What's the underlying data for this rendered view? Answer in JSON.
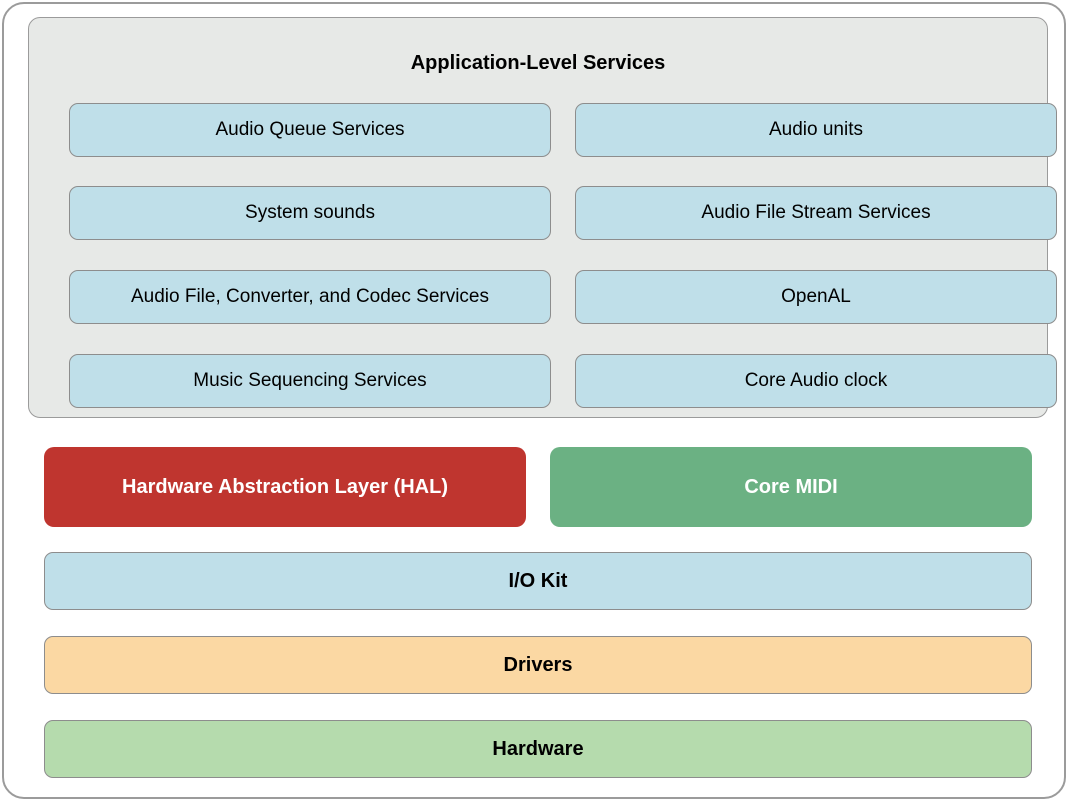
{
  "app_services": {
    "title": "Application-Level Services",
    "items": [
      "Audio Queue Services",
      "Audio units",
      "System sounds",
      "Audio File Stream Services",
      "Audio File, Converter, and Codec Services",
      "OpenAL",
      "Music Sequencing Services",
      "Core Audio clock"
    ],
    "item_bg": "#bfdfe9",
    "panel_bg": "#e7e9e7"
  },
  "mid_layer": {
    "hal": {
      "label": "Hardware Abstraction Layer (HAL)",
      "color": "#bf352f"
    },
    "core_midi": {
      "label": "Core MIDI",
      "color": "#6bb183"
    }
  },
  "layers": [
    {
      "label": "I/O Kit",
      "color": "#bfdfe9"
    },
    {
      "label": "Drivers",
      "color": "#fbd8a3"
    },
    {
      "label": "Hardware",
      "color": "#b5dbad"
    }
  ]
}
